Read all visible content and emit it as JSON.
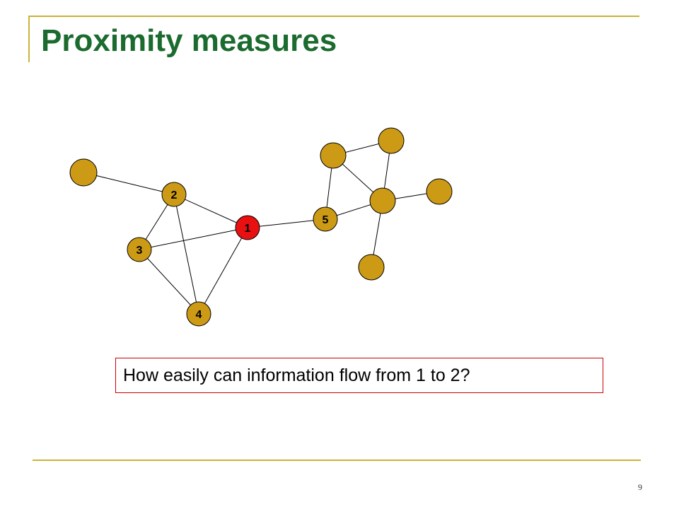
{
  "slide": {
    "title": "Proximity measures",
    "question": "How easily can information flow from 1 to 2?",
    "page_number": "9"
  },
  "colors": {
    "accent_line": "#c8b43c",
    "title": "#1b6b2f",
    "node_fill": "#cc9a14",
    "highlight_fill": "#e81010",
    "edge": "#000000",
    "box_border": "#cc0000"
  },
  "graph": {
    "nodes": [
      {
        "id": "n1",
        "label": "1",
        "highlight": true
      },
      {
        "id": "n2",
        "label": "2"
      },
      {
        "id": "n3",
        "label": "3"
      },
      {
        "id": "n4",
        "label": "4"
      },
      {
        "id": "n5",
        "label": "5"
      },
      {
        "id": "leaf-left",
        "label": ""
      },
      {
        "id": "tri-top-left",
        "label": ""
      },
      {
        "id": "tri-top-right",
        "label": ""
      },
      {
        "id": "hub",
        "label": ""
      },
      {
        "id": "leaf-right",
        "label": ""
      },
      {
        "id": "leaf-bottom",
        "label": ""
      }
    ],
    "edges": [
      [
        "leaf-left",
        "n2"
      ],
      [
        "n2",
        "n1"
      ],
      [
        "n2",
        "n3"
      ],
      [
        "n2",
        "n4"
      ],
      [
        "n3",
        "n1"
      ],
      [
        "n3",
        "n4"
      ],
      [
        "n4",
        "n1"
      ],
      [
        "n1",
        "n5"
      ],
      [
        "n5",
        "hub"
      ],
      [
        "n5",
        "tri-top-left"
      ],
      [
        "tri-top-left",
        "tri-top-right"
      ],
      [
        "tri-top-left",
        "hub"
      ],
      [
        "tri-top-right",
        "hub"
      ],
      [
        "hub",
        "leaf-right"
      ],
      [
        "hub",
        "leaf-bottom"
      ]
    ]
  }
}
